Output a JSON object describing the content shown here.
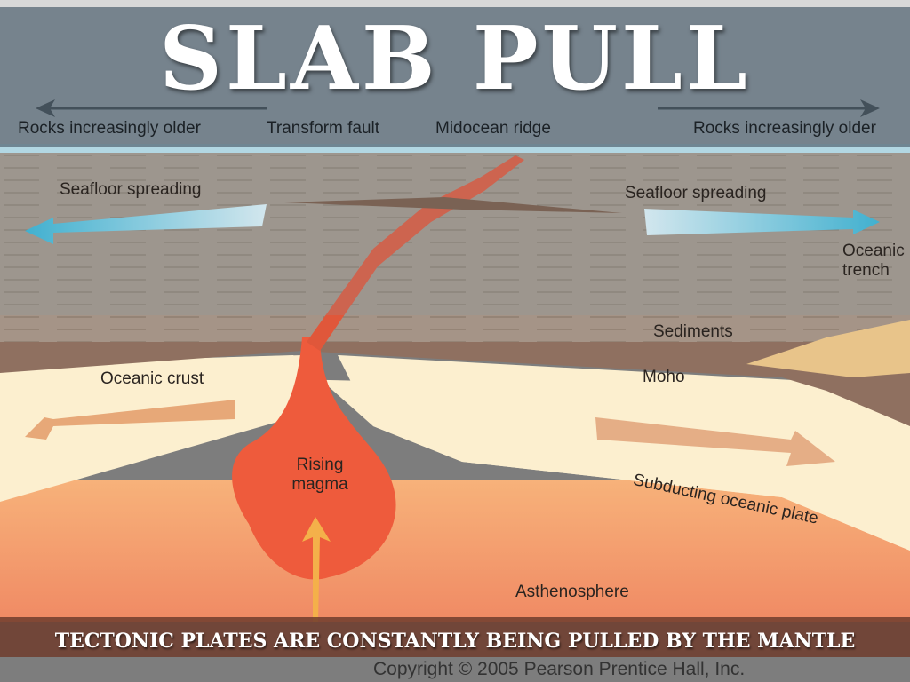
{
  "slide": {
    "title": "SLAB PULL",
    "caption": "TECTONIC PLATES ARE CONSTANTLY BEING PULLED BY THE MANTLE"
  },
  "diagram": {
    "labels": {
      "rocks_left": "Rocks increasingly older",
      "rocks_right": "Rocks increasingly older",
      "transform_fault": "Transform fault",
      "midocean_ridge": "Midocean ridge",
      "seafloor_left": "Seafloor spreading",
      "seafloor_right": "Seafloor spreading",
      "oceanic_trench": "Oceanic trench",
      "sediments": "Sediments",
      "oceanic_crust": "Oceanic crust",
      "moho": "Moho",
      "rising_magma": "Rising magma",
      "subducting_plate": "Subducting oceanic plate",
      "asthenosphere": "Asthenosphere",
      "copyright": "Copyright © 2005 Pearson Prentice Hall, Inc."
    },
    "colors": {
      "water": "#bfe3ee",
      "crust": "#9c8a7e",
      "moho": "#8a6a58",
      "mantle": "#fcefcf",
      "asthenosphere": "#f5a070",
      "magma": "#ef5a3a",
      "arrow_blue": "#3fb8d8"
    }
  }
}
